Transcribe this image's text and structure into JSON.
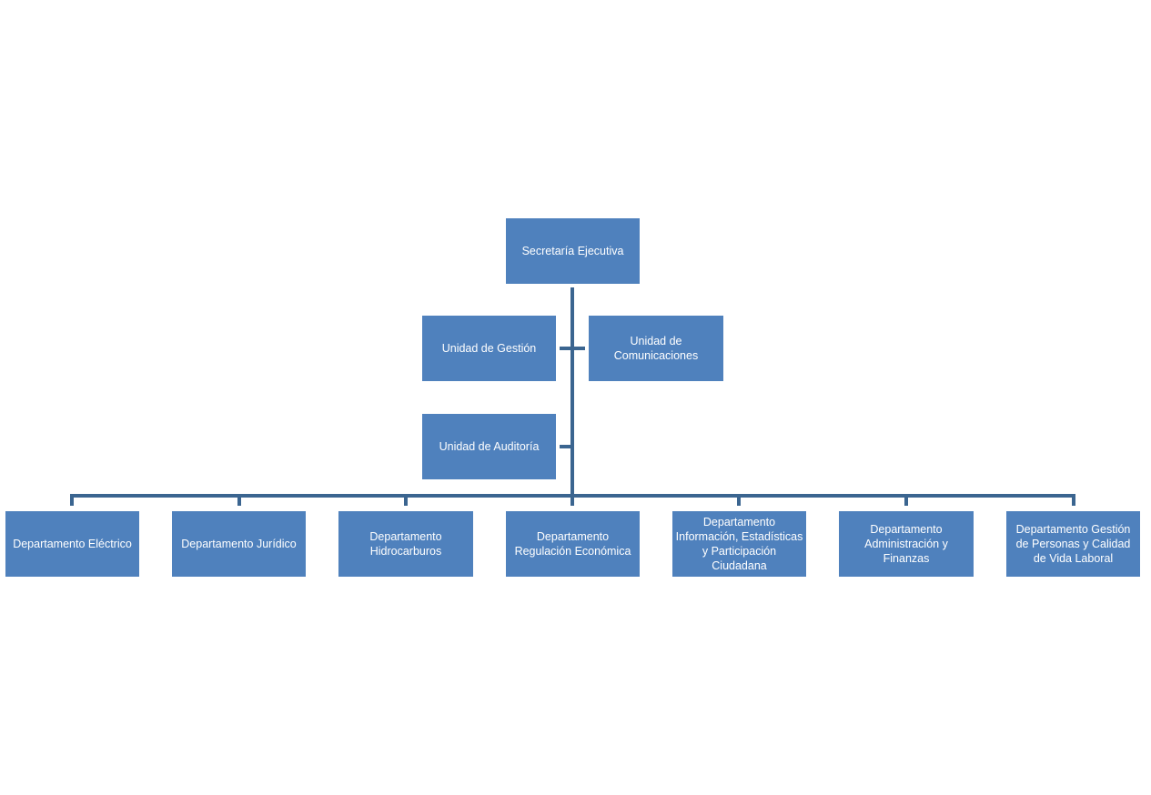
{
  "org_chart": {
    "colors": {
      "box_fill": "#4f81bd",
      "box_text": "#ffffff",
      "connector": "#3b6590"
    },
    "top": {
      "label": "Secretaría Ejecutiva"
    },
    "units": [
      {
        "label": "Unidad de Gestión",
        "side": "left"
      },
      {
        "label": "Unidad de Comunicaciones",
        "side": "right"
      },
      {
        "label": "Unidad de Auditoría",
        "side": "left"
      }
    ],
    "departments": [
      {
        "label": "Departamento Eléctrico"
      },
      {
        "label": "Departamento Jurídico"
      },
      {
        "label": "Departamento Hidrocarburos"
      },
      {
        "label": "Departamento Regulación Económica"
      },
      {
        "label": "Departamento Información, Estadísticas y Participación Ciudadana"
      },
      {
        "label": "Departamento Administración y Finanzas"
      },
      {
        "label": "Departamento Gestión de Personas y Calidad de Vida Laboral"
      }
    ]
  }
}
